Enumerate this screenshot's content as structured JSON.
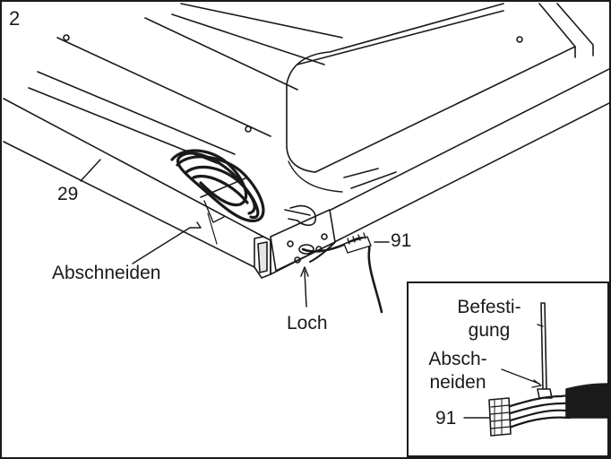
{
  "step_number": "2",
  "labels": {
    "part_29": "29",
    "part_91": "91",
    "cut": "Abschneiden",
    "hole": "Loch"
  },
  "inset": {
    "fastener_line1": "Befesti-",
    "fastener_line2": "gung",
    "cut_line1": "Absch-",
    "cut_line2": "neiden",
    "part_91": "91"
  },
  "colors": {
    "ink": "#1a1a1a",
    "shade": "#d9d9d9",
    "background": "#ffffff"
  }
}
